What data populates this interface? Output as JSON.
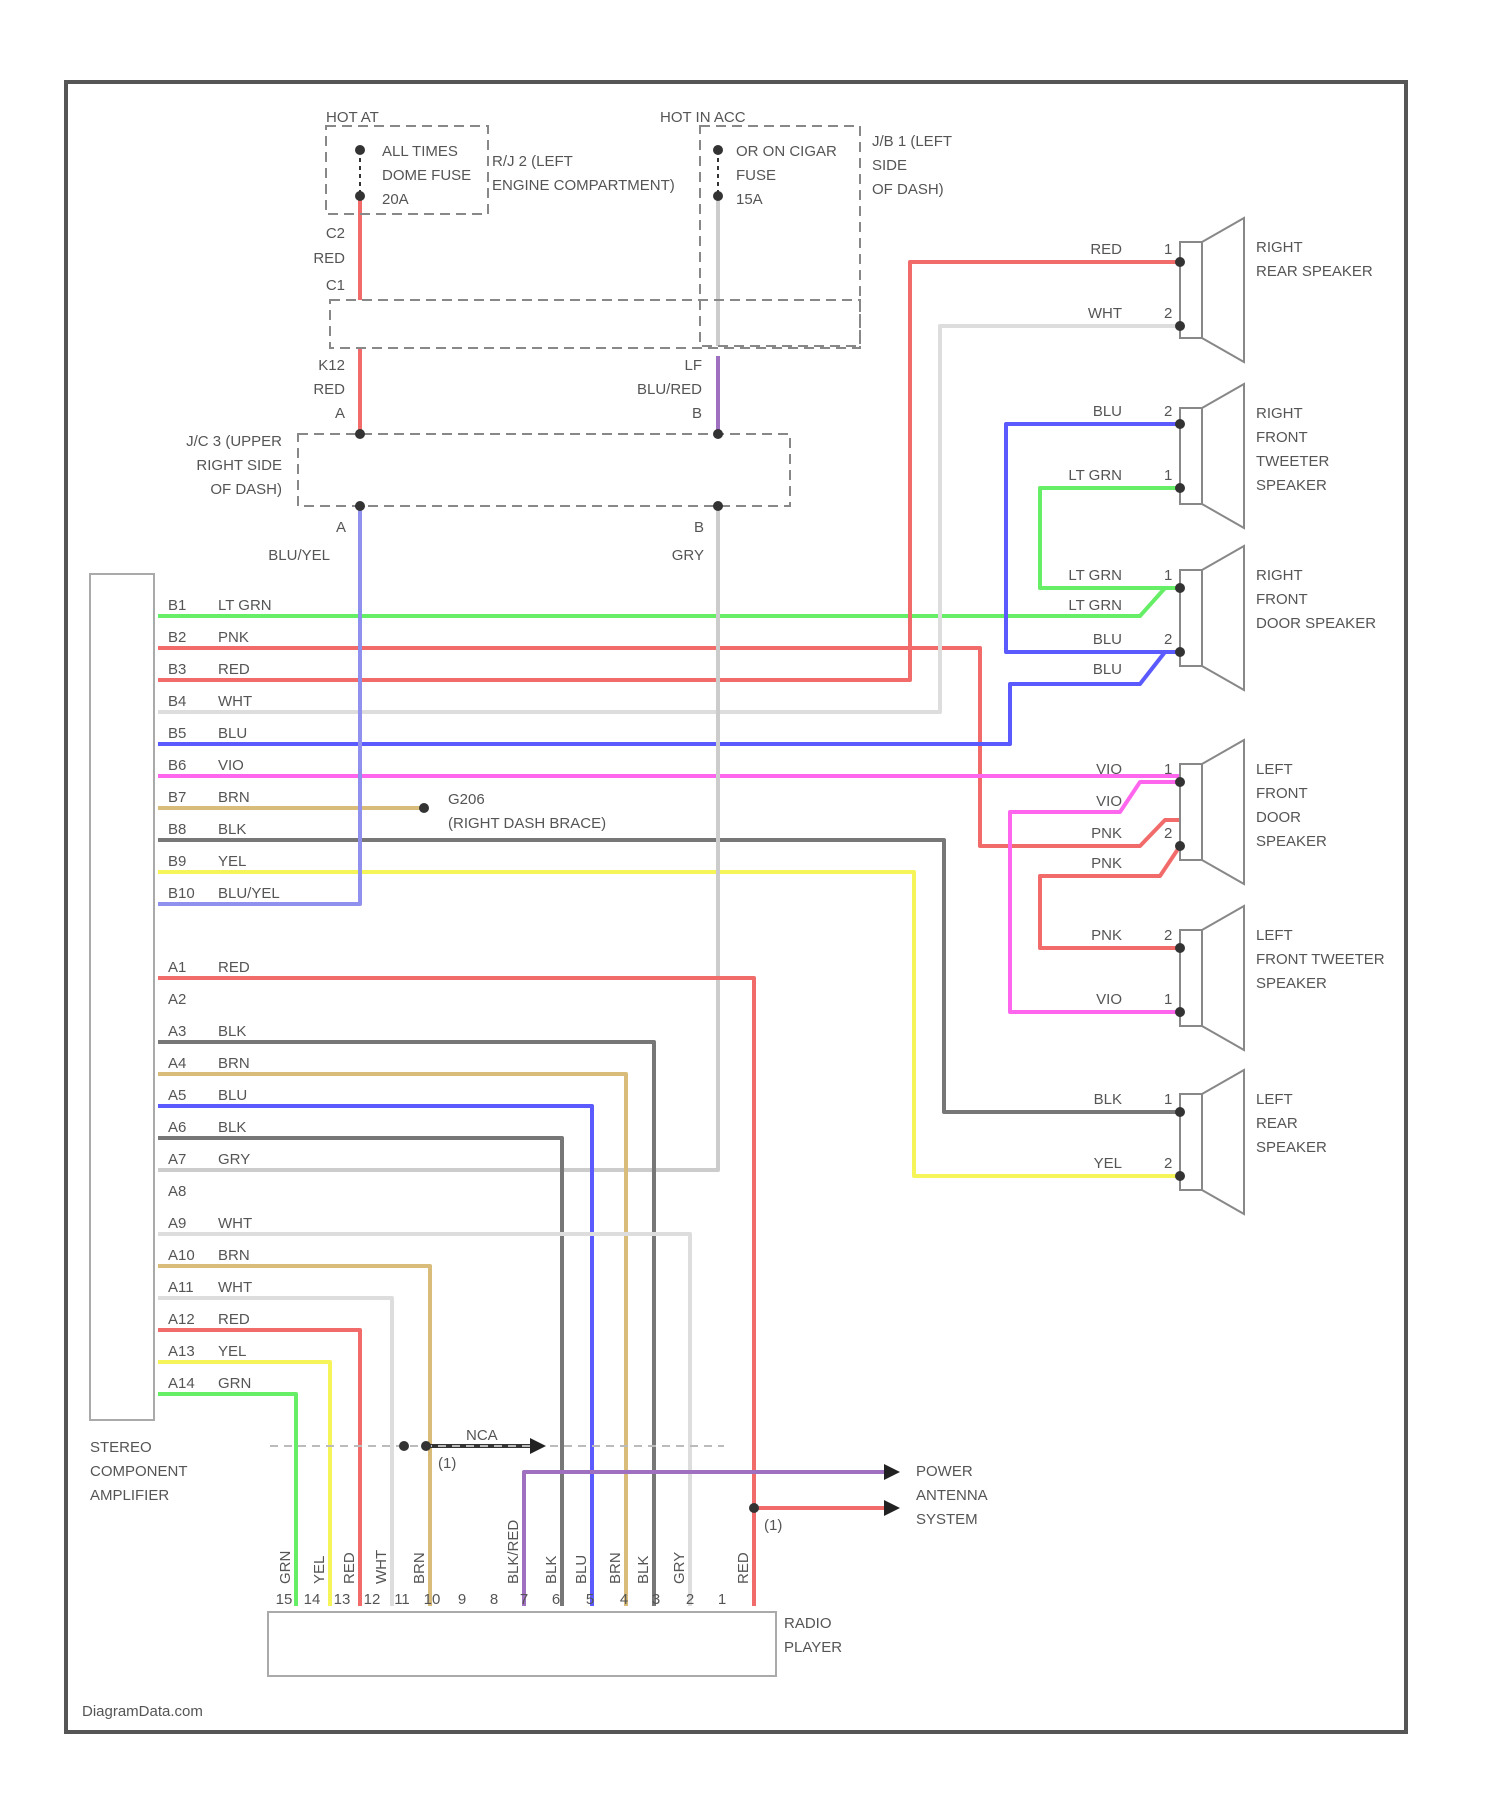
{
  "colors": {
    "RED": "#f26b6b",
    "GRN": "#66ee66",
    "BLU": "#5a5aff",
    "VIO": "#ff66ee",
    "YEL": "#f5f55a",
    "BLK": "#777777",
    "GRY": "#cccccc",
    "WHT": "#dddddd",
    "BRN": "#d9bb7a",
    "BLUYEL": "#9090ee",
    "BLURED": "#a070c0",
    "frame": "#555555"
  },
  "top": {
    "fuse1_name": "HOT AT",
    "fuse1_desc": [
      "ALL TIMES",
      "DOME FUSE",
      "20A"
    ],
    "fuse1_loc": [
      "R/J 2 (LEFT",
      "ENGINE COMPARTMENT)"
    ],
    "fuse2_name": "HOT IN ACC",
    "fuse2_desc": [
      "OR ON CIGAR",
      "FUSE",
      "15A"
    ],
    "fuse2_loc": [
      "J/B 1 (LEFT",
      "SIDE",
      "OF DASH)"
    ],
    "w_c2": "C2",
    "w_red1": "RED",
    "w_c1": "C1",
    "w_k12": "K12",
    "w_red2": "RED",
    "w_a": "A",
    "w_lf": "LF",
    "w_blured": "BLU/RED",
    "w_b": "B",
    "jc_label": [
      "J/C 3 (UPPER",
      "RIGHT SIDE",
      "OF DASH)"
    ],
    "w_a2": "A",
    "w_bluyel": "BLU/YEL",
    "w_b2": "B",
    "w_gry": "GRY"
  },
  "amp": {
    "label": [
      "STEREO",
      "COMPONENT",
      "AMPLIFIER"
    ],
    "b_pins": [
      {
        "pin": "B1",
        "wire": "LT GRN"
      },
      {
        "pin": "B2",
        "wire": "PNK"
      },
      {
        "pin": "B3",
        "wire": "RED"
      },
      {
        "pin": "B4",
        "wire": "WHT"
      },
      {
        "pin": "B5",
        "wire": "BLU"
      },
      {
        "pin": "B6",
        "wire": "VIO"
      },
      {
        "pin": "B7",
        "wire": "BRN"
      },
      {
        "pin": "B8",
        "wire": "BLK"
      },
      {
        "pin": "B9",
        "wire": "YEL"
      },
      {
        "pin": "B10",
        "wire": "BLU/YEL"
      }
    ],
    "a_pins": [
      {
        "pin": "A1",
        "wire": "RED"
      },
      {
        "pin": "A2",
        "wire": ""
      },
      {
        "pin": "A3",
        "wire": "BLK"
      },
      {
        "pin": "A4",
        "wire": "BRN"
      },
      {
        "pin": "A5",
        "wire": "BLU"
      },
      {
        "pin": "A6",
        "wire": "BLK"
      },
      {
        "pin": "A7",
        "wire": "GRY"
      },
      {
        "pin": "A8",
        "wire": ""
      },
      {
        "pin": "A9",
        "wire": "WHT"
      },
      {
        "pin": "A10",
        "wire": "BRN"
      },
      {
        "pin": "A11",
        "wire": "WHT"
      },
      {
        "pin": "A12",
        "wire": "RED"
      },
      {
        "pin": "A13",
        "wire": "YEL"
      },
      {
        "pin": "A14",
        "wire": "GRN"
      }
    ]
  },
  "ground": {
    "name": "G206",
    "desc": "(RIGHT DASH BRACE)"
  },
  "speakers": [
    {
      "name": [
        "RIGHT",
        "REAR SPEAKER"
      ],
      "wires": [
        {
          "label": "RED",
          "pin": "1"
        },
        {
          "label": "WHT",
          "pin": "2"
        }
      ]
    },
    {
      "name": [
        "RIGHT",
        "FRONT",
        "TWEETER",
        "SPEAKER"
      ],
      "wires": [
        {
          "label": "BLU",
          "pin": "2"
        },
        {
          "label": "LT GRN",
          "pin": "1"
        }
      ]
    },
    {
      "name": [
        "RIGHT",
        "FRONT",
        "DOOR SPEAKER"
      ],
      "wires": [
        {
          "label": "LT GRN",
          "pin": "1"
        },
        {
          "label": "LT GRN",
          "pin": ""
        },
        {
          "label": "BLU",
          "pin": "2"
        },
        {
          "label": "BLU",
          "pin": ""
        }
      ]
    },
    {
      "name": [
        "LEFT",
        "FRONT",
        "DOOR",
        "SPEAKER"
      ],
      "wires": [
        {
          "label": "VIO",
          "pin": "1"
        },
        {
          "label": "VIO",
          "pin": ""
        },
        {
          "label": "PNK",
          "pin": "2"
        },
        {
          "label": "PNK",
          "pin": ""
        }
      ]
    },
    {
      "name": [
        "LEFT",
        "FRONT TWEETER",
        "SPEAKER"
      ],
      "wires": [
        {
          "label": "PNK",
          "pin": "2"
        },
        {
          "label": "VIO",
          "pin": "1"
        }
      ]
    },
    {
      "name": [
        "LEFT",
        "REAR",
        "SPEAKER"
      ],
      "wires": [
        {
          "label": "BLK",
          "pin": "1"
        },
        {
          "label": "YEL",
          "pin": "2"
        }
      ]
    }
  ],
  "bottom": {
    "nca": "NCA",
    "j1": "(1)",
    "j2": "(1)",
    "power_antenna": [
      "POWER",
      "ANTENNA",
      "SYSTEM"
    ],
    "radio_label": [
      "RADIO",
      "PLAYER"
    ],
    "radio_wires": [
      "GRN",
      "YEL",
      "RED",
      "WHT",
      "BRN",
      "BLK/RED",
      "BLK",
      "BLU",
      "BRN",
      "BLK",
      "GRY",
      "RED"
    ],
    "radio_pins": [
      "15",
      "14",
      "13",
      "12",
      "11",
      "10",
      "9",
      "8",
      "7",
      "6",
      "5",
      "4",
      "3",
      "2",
      "1"
    ]
  },
  "watermark": "DiagramData.com"
}
